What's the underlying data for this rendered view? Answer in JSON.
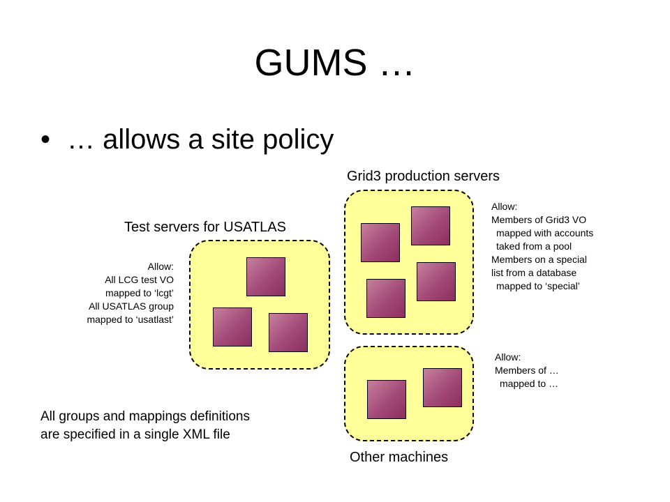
{
  "title": "GUMS …",
  "bullet": {
    "marker": "•",
    "text": "… allows a site policy"
  },
  "groups": {
    "test_servers": {
      "label": "Test servers for USATLAS",
      "policy": [
        "Allow:",
        "All LCG test VO",
        "mapped to ‘lcgt’",
        "All USATLAS group",
        "mapped to ‘usatlast’"
      ]
    },
    "grid3_production": {
      "label": "Grid3 production servers",
      "policy": [
        "Allow:",
        "Members of Grid3 VO",
        "mapped with accounts",
        "taked from a pool",
        "Members on a special",
        "list from a database",
        "mapped to ‘special’"
      ]
    },
    "other_machines": {
      "label": "Other machines",
      "policy": [
        "Allow:",
        "Members of …",
        "mapped to …"
      ]
    }
  },
  "footnote": [
    "All groups and mappings definitions",
    "are specified in a single XML file"
  ],
  "colors": {
    "group_fill": "#ffff99",
    "server_fill_light": "#c7809c",
    "server_fill_dark": "#8d2e5e"
  }
}
